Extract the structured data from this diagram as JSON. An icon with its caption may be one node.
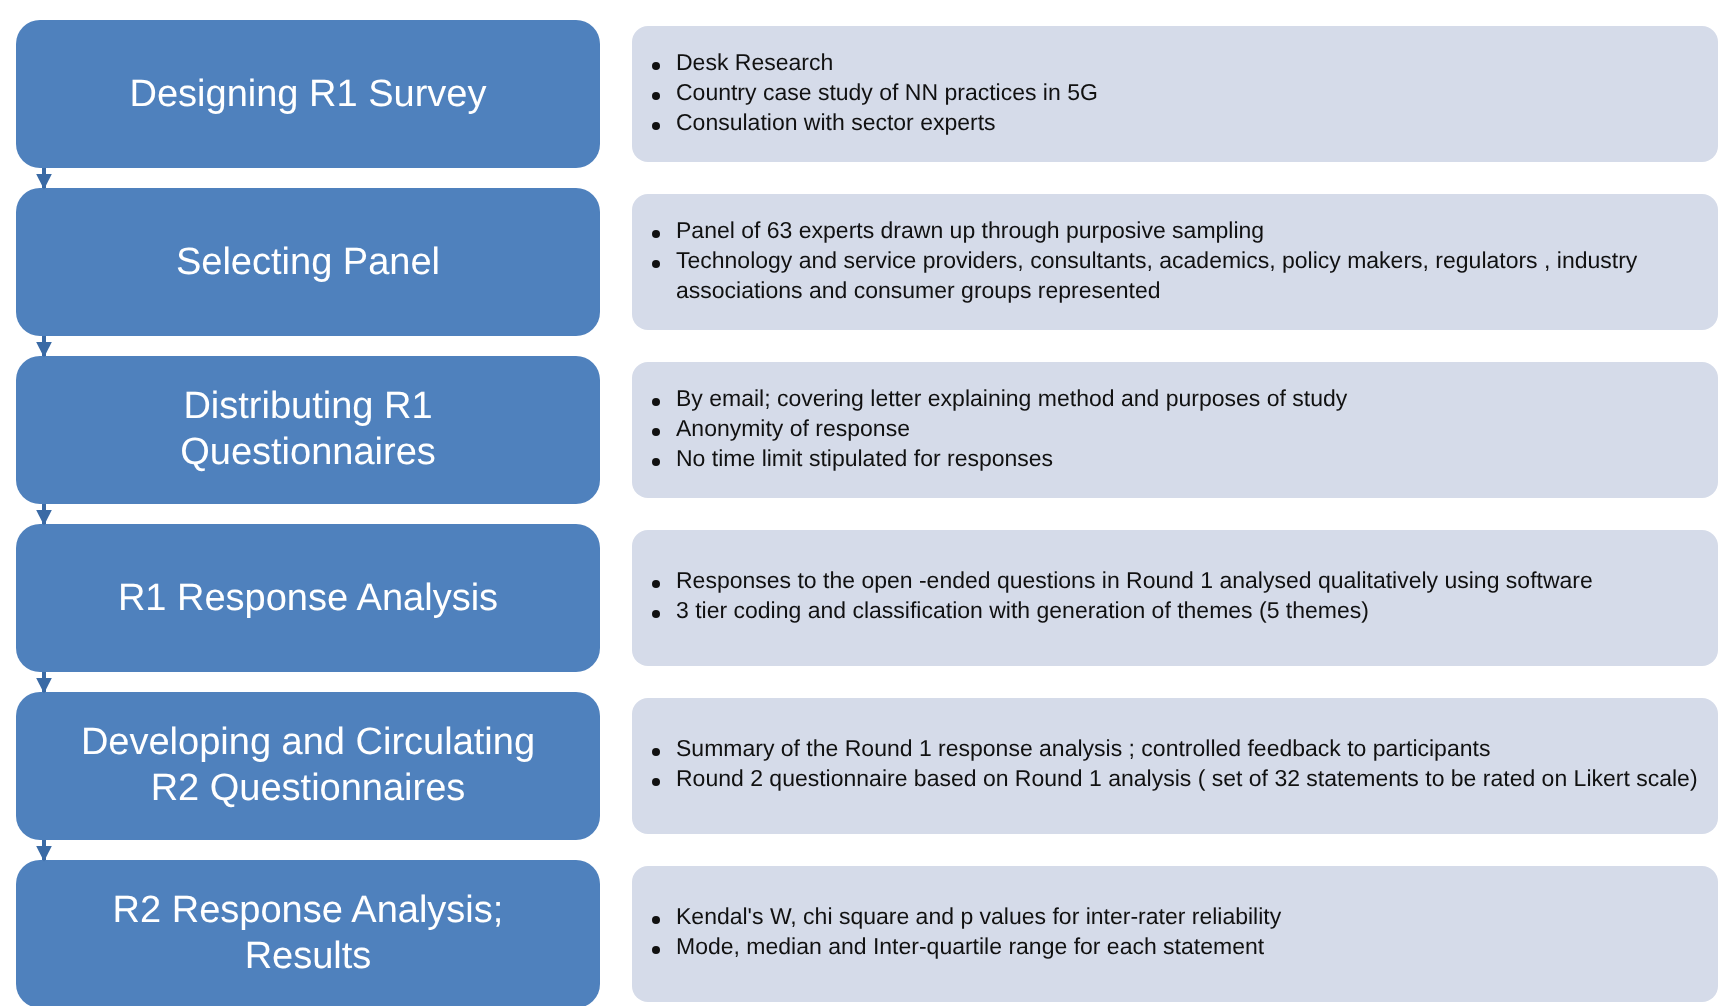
{
  "diagram": {
    "nodes": [
      {
        "text": [
          "Designing R1 Survey"
        ]
      },
      {
        "text": [
          "Desk Research",
          "Country case study of NN practices in 5G",
          "Consulation with sector experts"
        ]
      },
      {
        "text": [
          "Selecting Panel"
        ]
      },
      {
        "text": [
          "Panel of 63 experts drawn up through purposive sampling",
          "Technology and service providers, consultants, academics, policy makers, regulators , industry associations and consumer groups represented"
        ]
      },
      {
        "text": [
          "Distributing R1 Questionnaires"
        ]
      },
      {
        "text": [
          "By email; covering letter explaining method and purposes of study",
          "Anonymity of response",
          "No time limit stipulated for responses"
        ]
      },
      {
        "text": [
          "R1 Response Analysis"
        ]
      },
      {
        "text": [
          "Responses to the open -ended questions in Round 1 analysed qualitatively using software",
          "3 tier coding and classification with generation of themes  (5 themes)"
        ]
      },
      {
        "text": [
          "Developing and Circulating R2 Questionnaires"
        ]
      },
      {
        "text": [
          "Summary of the Round 1 response analysis ;  controlled feedback to participants",
          "Round 2 questionnaire based on Round 1 analysis ( set of 32 statements to be rated on Likert scale)"
        ]
      },
      {
        "text": [
          "R2 Response Analysis; Results"
        ]
      },
      {
        "text": [
          "Kendal's W, chi square and p values for inter-rater reliability",
          "Mode, median and Inter-quartile range for each statement"
        ]
      }
    ],
    "edges": [
      {
        "from": 0,
        "to": 2,
        "arrow": "to"
      },
      {
        "from": 2,
        "to": 4,
        "arrow": "to"
      },
      {
        "from": 4,
        "to": 6,
        "arrow": "to"
      },
      {
        "from": 6,
        "to": 8,
        "arrow": "to"
      },
      {
        "from": 8,
        "to": 10,
        "arrow": "to"
      }
    ]
  }
}
